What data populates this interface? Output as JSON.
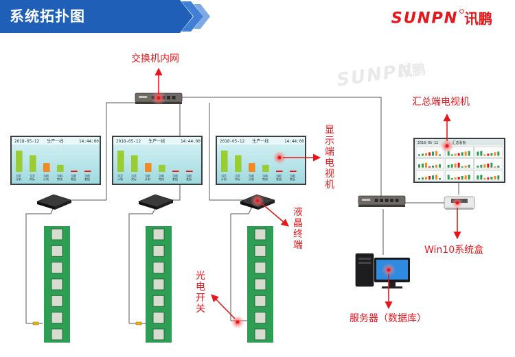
{
  "header": {
    "title": "系统拓扑图",
    "brand_latin": "SUNPN",
    "brand_cn": "讯鹏",
    "colors": {
      "band": "#1f5fb8",
      "band_dark": "#154a94",
      "brand_red": "#e8161b"
    }
  },
  "watermark": {
    "latin": "SUNPN",
    "cn": "讯鹏"
  },
  "labels": {
    "switch_internal": "交换机内网",
    "display_tv": "显示端电视机",
    "lcd_terminal": "液晶终端",
    "photo_switch": "光电开关",
    "summary_tv": "汇总端电视机",
    "win10_box": "Win10系统盒",
    "server": "服务器（数据库）"
  },
  "panel": {
    "date": "2018-05-12",
    "line": "生产一线",
    "time": "14:44:00",
    "bars": [
      {
        "label1": "当天",
        "label2": "计划",
        "color": "#9acd32"
      },
      {
        "label1": "当天",
        "label2": "实际",
        "color": "#9acd32"
      },
      {
        "label1": "当前",
        "label2": "计划",
        "color": "#f08a24"
      },
      {
        "label1": "当前",
        "label2": "完成",
        "color": "#9acd32"
      },
      {
        "label1": "当前",
        "label2": "差值",
        "color": "#e8161b"
      },
      {
        "label1": "当前",
        "label2": "差值",
        "color": "#e8161b"
      }
    ]
  },
  "summary_panel": {
    "date": "2018-05-12",
    "title": "汇总看板"
  },
  "colors": {
    "line": "#555555",
    "accent_red": "#e8161b",
    "strip_green": "#2e9e54",
    "slot": "#d7dccf"
  }
}
